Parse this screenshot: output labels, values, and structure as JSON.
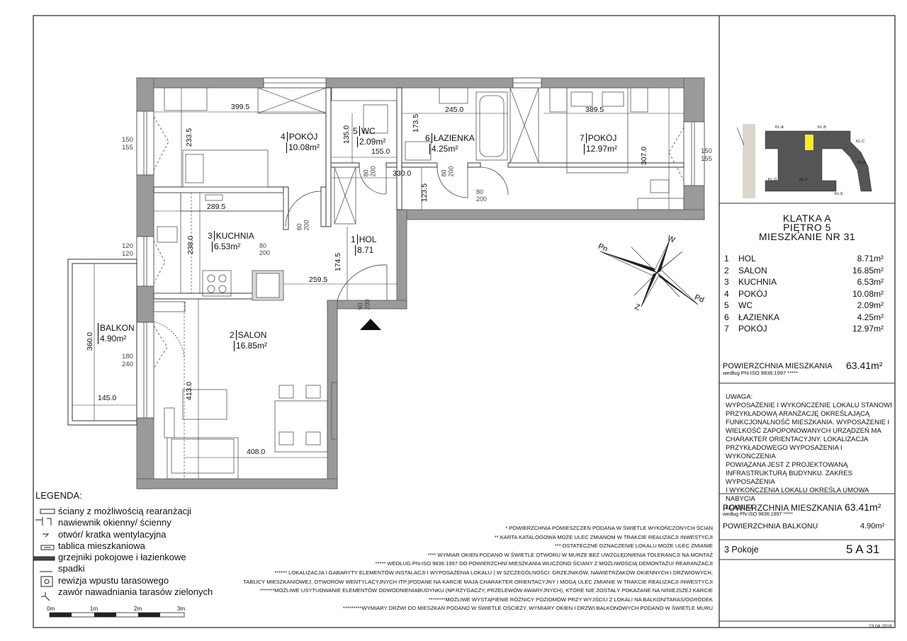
{
  "header": {
    "stairwell": "KLATKA A",
    "floor": "PIĘTRO 5",
    "apartment": "MIESZKANIE NR 31"
  },
  "rooms": [
    {
      "num": "1",
      "name": "HOL",
      "area": "8.71m²",
      "plan_name": "HOL",
      "plan_area": "8.71"
    },
    {
      "num": "2",
      "name": "SALON",
      "area": "16.85m²",
      "plan_name": "SALON",
      "plan_area": "16.85m²"
    },
    {
      "num": "3",
      "name": "KUCHNIA",
      "area": "6.53m²",
      "plan_name": "KUCHNIA",
      "plan_area": "6.53m²"
    },
    {
      "num": "4",
      "name": "POKÓJ",
      "area": "10.08m²",
      "plan_name": "POKÓJ",
      "plan_area": "10.08m²"
    },
    {
      "num": "5",
      "name": "WC",
      "area": "2.09m²",
      "plan_name": "WC",
      "plan_area": "2.09m²"
    },
    {
      "num": "6",
      "name": "ŁAZIENKA",
      "area": "4.25m²",
      "plan_name": "ŁAZIENKA",
      "plan_area": "4.25m²"
    },
    {
      "num": "7",
      "name": "POKÓJ",
      "area": "12.97m²",
      "plan_name": "POKÓJ",
      "plan_area": "12.97m²"
    }
  ],
  "balcony": {
    "name": "BALKON",
    "area": "4.90m²",
    "dim_h": "360.0",
    "dim_w": "145.0"
  },
  "dimensions": {
    "d1": "399.5",
    "d2": "233.5",
    "d3": "135.0",
    "d4": "155.0",
    "d5": "173.5",
    "d6": "245.0",
    "d7": "389.5",
    "d8": "307.0",
    "d9": "330.0",
    "d10": "123.5",
    "d11": "289.5",
    "d12": "238.0",
    "d13": "174.5",
    "d14": "259.5",
    "d15": "413.0",
    "d16": "408.0"
  },
  "doors": {
    "a": "80",
    "b": "200",
    "c": "90"
  },
  "windows": {
    "w1a": "150",
    "w1b": "155",
    "w2a": "150",
    "w2b": "155",
    "w3a": "120",
    "w3b": "120",
    "w4a": "180",
    "w4b": "240"
  },
  "compass": {
    "pn": "Pn",
    "w": "W",
    "pd": "Pd",
    "z": "Z"
  },
  "keyplan": {
    "kla": "KL.A",
    "klb": "KL.B",
    "klc": "KL.C",
    "kld": "KL.D",
    "kle": "KL.E",
    "klf": "KL.F",
    "klg": "KL.G"
  },
  "total": {
    "label": "POWIERZCHNIA MIESZKANIA",
    "sub": "według PN-ISO 9836:1997 *****",
    "value": "63.41m²"
  },
  "notes": {
    "title": "UWAGA:",
    "lines": [
      "WYPOSAŻENIE I WYKOŃCZENIE LOKALU STANOWI",
      "PRZYKŁADOWĄ ARANŻACJĘ OKREŚLAJĄCĄ",
      "FUNKCJONALNOŚĆ MIESZKANIA. WYPOSAŻENIE I",
      "WIELKOŚĆ ZAPOPONOWANYCH URZĄDZEŃ MA",
      "CHARAKTER ORIENTACYJNY. LOKALIZACJA",
      "PRZYKŁADOWEGO WYPOSAŻENIA I WYKOŃCZENIA",
      "POWIĄZANA JEST Z PROJEKTOWANĄ",
      "INFRASTRUKTURĄ BUDYNKU. ZAKRES WYPOSAŻENIA",
      "I WYKOŃCZENIA LOKALU OKREŚLA UMOWA NABYCIA",
      "LOKALU."
    ]
  },
  "summary": {
    "area_label": "POWIERZCHNIA MIESZKANIA",
    "area_sub": "według PN-ISO 9836:1997 *****",
    "area_value": "63.41m²",
    "balcony_label": "POWIERZCHNIA BALKONU",
    "balcony_value": "4.90m²",
    "rooms_count": "3 Pokoje",
    "code": "5 A 31",
    "date": "23.04.2019"
  },
  "legend": {
    "title": "LEGENDA:",
    "items": [
      "ściany z możliwością rearanżacji",
      "nawiewnik okienny/ ścienny",
      "otwór/ kratka wentylacyjna",
      "tablica mieszkaniowa",
      "grzejniki pokojowe i łazienkowe",
      "spadki",
      "rewizja wpustu tarasowego",
      "zawór nawadniania tarasów zielonych"
    ]
  },
  "scale": {
    "s0": "0m",
    "s1": "1m",
    "s2": "2m",
    "s3": "3m"
  },
  "footnotes": [
    "* POWIERZCHNIA POMIESZCZEŃ PODANA W ŚWIETLE WYKOŃCZONYCH ŚCIAN",
    "** KARTA KATALOGOWA MOŻE ULEC ZMIANOM W TRAKCIE REALIZACJI INWESTYCJI",
    "*** OSTATECZNE OZNACZENIE LOKALU MOŻE ULEC ZMIANIE",
    "**** WYMIAR OKIEN PODANO W ŚWIETLE OTWORU W MURZE BEZ UWZGLĘDNIENIA TOLERANCJI NA MONTAŻ",
    "***** WEDŁUG PN-ISO 9836:1997 DO POWIERZCHNI MIESZKANIA WLICZONO ŚCIANY Z MOŻLIWOŚCIĄ DEMONTAŻU/ REARANŻACJI",
    "****** LOKALIZACJA I GABARYTY ELEMENTÓW INSTALACJI I WYPOSAŻENIA LOKALU ( W SZCZEGÓLNOŚCI: GRZEJNIKÓW, NAWIETRZAKÓW OKIENNYCH I DRZWIOWYCH,",
    "TABLICY MIESZKANIOWEJ, OTWORÓW WENTYLACYJNYCH ITP.)PODANE NA KARCIE MAJĄ CHARAKTER ORIENTACYJNY I MOGĄ ULEC ZMIANIE W TRAKCIE REALIZACJI INWESTYCJI",
    "*******MOŻLIWE USYTUOWANIE ELEMENTÓW ODWODNIENIABUDYNKU (NP.RZYGACZY, PRZELEWÓW AWARYJNYCH), KTÓRE NIE ZOSTAŁY POKAZANE NA NINIEJSZEJ KARCIE",
    "********MOŻLIWE WYSTĄPIENIE RÓŻNICY POZIOMÓW PRZY WYJŚCIU Z LOKALI NA BALKON/TARAS/OGRÓDEK",
    "*********WYMIARY DRZWI DO MIESZKAŃ PODANO W ŚWIETLE OŚCIEŻY, WYMIARY OKIEN I DRZWI BALKONOWYCH PODANO W ŚWIETLE MURU"
  ]
}
